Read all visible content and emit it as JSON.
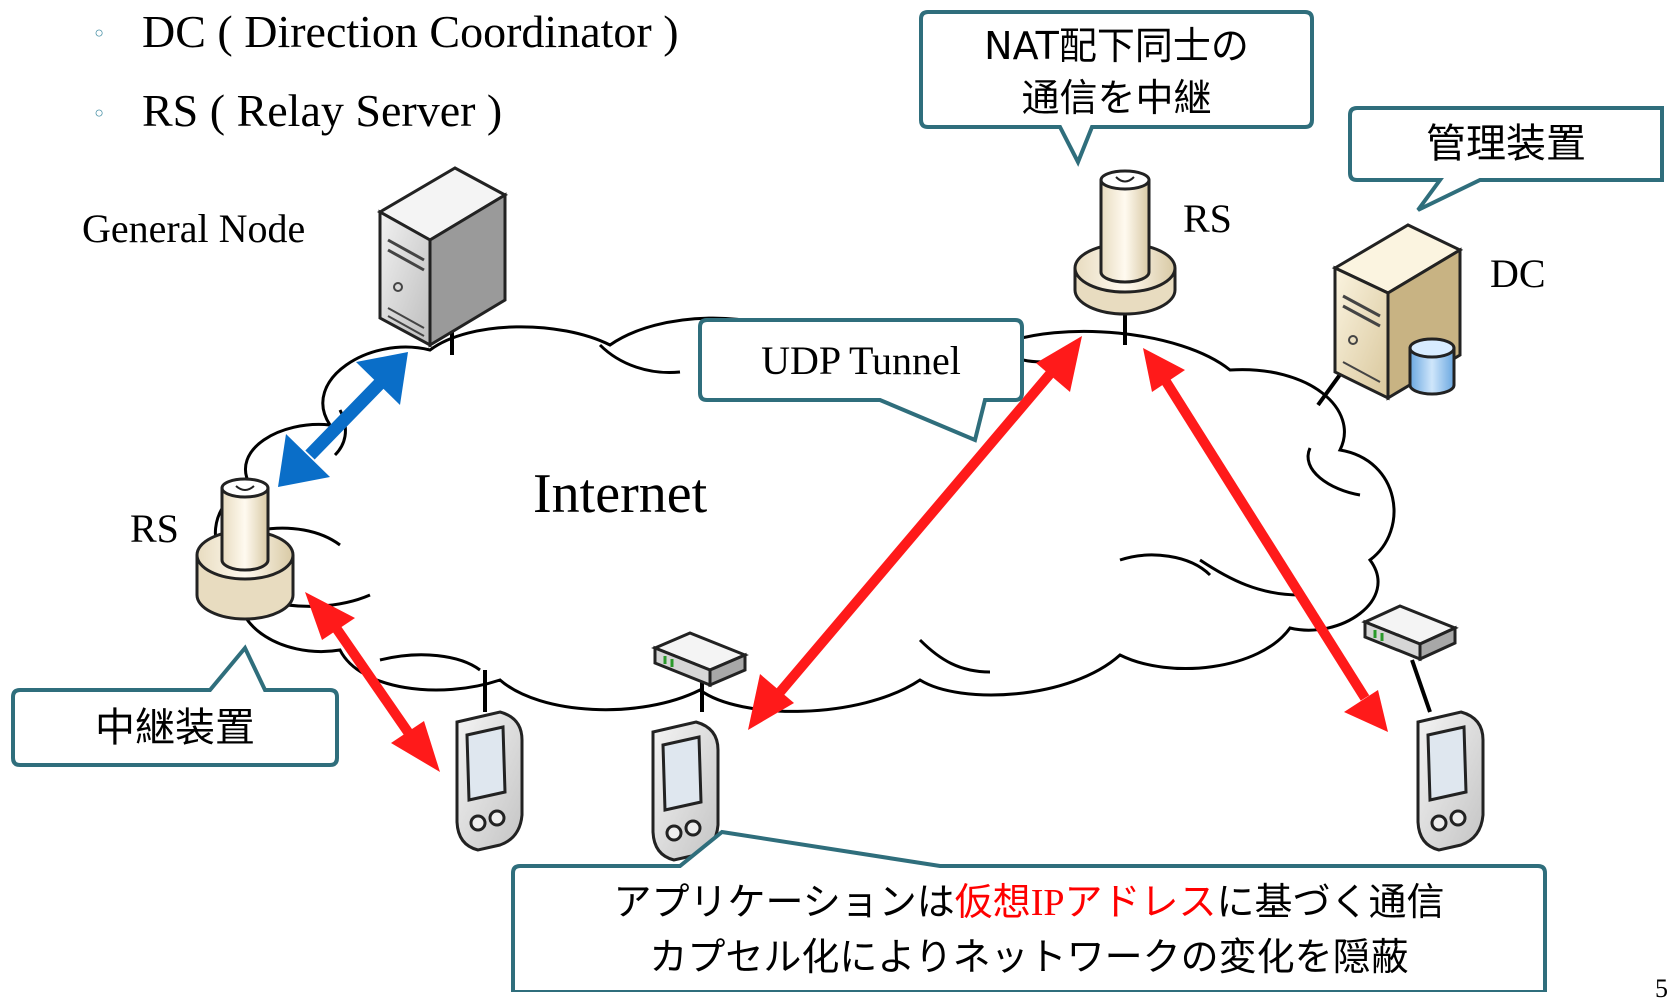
{
  "bullets": [
    "DC ( Direction Coordinator )",
    "RS ( Relay Server )"
  ],
  "bullet_marker": "◦",
  "labels": {
    "general_node": "General Node",
    "rs_left": "RS",
    "rs_top": "RS",
    "dc": "DC",
    "internet": "Internet"
  },
  "callouts": {
    "nat_relay": [
      "NAT配下同士の",
      "通信を中継"
    ],
    "management": "管理装置",
    "udp_tunnel": "UDP Tunnel",
    "relay_device": "中継装置",
    "bottom": {
      "line1_before": "アプリケーションは",
      "line1_highlight_a": "仮想",
      "line1_highlight_b": "IP",
      "line1_highlight_c": "アドレス",
      "line1_after": "に基づく通信",
      "line2": "カプセル化によりネットワークの変化を隠蔽"
    }
  },
  "page_number": "5",
  "colors": {
    "callout_border": "#2f6e7c",
    "red_arrow": "#ff1a1a",
    "blue_arrow": "#0a6ec8",
    "bullet": "#3e8aa0",
    "highlight": "#ff0000"
  },
  "icons": [
    "server-icon",
    "relay-server-icon",
    "dc-server-icon",
    "database-icon",
    "router-icon",
    "pda-icon"
  ]
}
